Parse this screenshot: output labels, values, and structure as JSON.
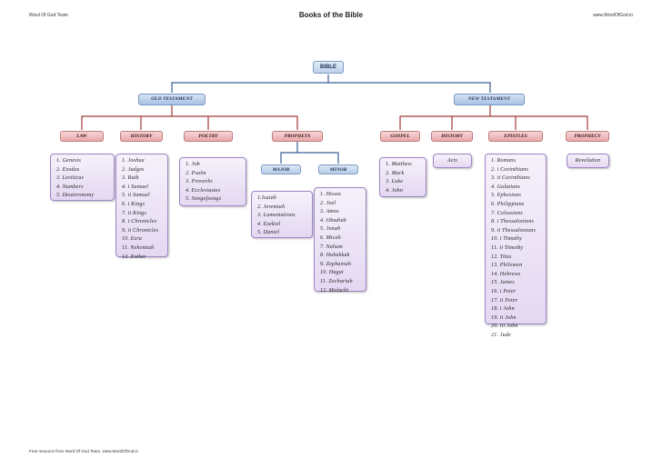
{
  "header": {
    "left": "Word Of God Team",
    "title": "Books of the Bible",
    "right": "www.WordOfGod.in"
  },
  "footer": "Free resource from Word Of God Team, www.WordOfGod.in",
  "tree": {
    "root": "BIBLE",
    "old_testament": "OLD TESTAMENT",
    "new_testament": "NEW TESTAMENT",
    "ot_categories": [
      "LAW",
      "HISTORY",
      "POETRY",
      "PROPHETS"
    ],
    "prophets_sub": [
      "MAJOR",
      "MINOR"
    ],
    "nt_categories": [
      "GOSPEL",
      "HISTORY",
      "EPISTLES",
      "PROPHECY"
    ]
  },
  "lists": {
    "law": [
      "1. Genesis",
      "2. Exodus",
      "3. Leviticus",
      "4. Numbers",
      "5. Deuteronomy"
    ],
    "ot_history": [
      "1. Joshua",
      "2. Judges",
      "3. Ruth",
      "4. i Samuel",
      "5. ii Samuel",
      "6. i Kings",
      "7. ii Kings",
      "8. i Chronicles",
      "9. ii Chronicles",
      "10. Ezra",
      "11. Nehemiah",
      "12. Esther"
    ],
    "poetry": [
      "1. Job",
      "2. Psalm",
      "3. Proverbs",
      "4. Ecclesiastes",
      "5. Songofsongs"
    ],
    "major": [
      "1.Isaiah",
      "2. Jeremiah",
      "3. Lamentations",
      "4. Ezekiel",
      "5. Daniel"
    ],
    "minor": [
      "1. Hosea",
      "2. Joel",
      "3. Amos",
      "4. Obadiah",
      "5. Jonah",
      "6. Micah",
      "7. Nahum",
      "8. Habakkuk",
      "9. Zephaniah",
      "10. Hagai",
      "11. Zechariah",
      "12. Malachi"
    ],
    "gospel": [
      "1. Matthew",
      "2. Mark",
      "3. Luke",
      "4. John"
    ],
    "nt_history": [
      "Acts"
    ],
    "epistles": [
      "1. Romans",
      "2. i Corinthians",
      "3. ii Corinthians",
      "4. Galatians",
      "5. Ephesians",
      "6. Philippians",
      "7. Colossians",
      "8. i Thessalonians",
      "9. ii Thessalonians",
      "10. i Timothy",
      "11. ii Timothy",
      "12. Titus",
      "13. Philemon",
      "14. Hebrews",
      "15. James",
      "16. i Peter",
      "17. ii Peter",
      "18. i John",
      "19. ii John",
      "20. iii John",
      "21. Jude"
    ],
    "prophecy": [
      "Revelation"
    ]
  },
  "colors": {
    "line_blue": "#3c5f96",
    "line_red": "#a23a3a",
    "list_fill": "#ece3f6"
  }
}
